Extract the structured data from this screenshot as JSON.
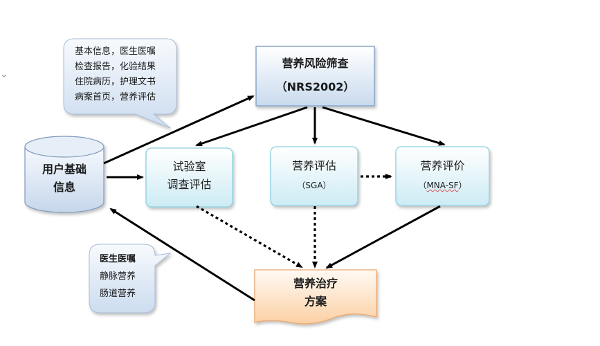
{
  "callout_top": {
    "lines": [
      "基本信息，医生医嘱",
      "检查报告，化验结果",
      "住院病历，护理文书",
      "病案首页，营养评估"
    ]
  },
  "callout_bottom": {
    "lines": [
      "医生医嘱",
      "静脉营养",
      "肠道营养"
    ]
  },
  "user_info": {
    "line1": "用户基础",
    "line2": "信息"
  },
  "screening": {
    "line1": "营养风险筛查",
    "line2": "（NRS2002）"
  },
  "lab": {
    "line1": "试验室",
    "line2": "调查评估"
  },
  "sga": {
    "line1": "营养评估",
    "line2": "（SGA）"
  },
  "mna": {
    "line1": "营养评价",
    "line2": "（",
    "code": "MNA-SF",
    "line2_end": "）"
  },
  "therapy": {
    "line1": "营养治疗",
    "line2": "方案"
  },
  "colors": {
    "blue_box_border": "#9ab6d6",
    "blue_box_fill": "#dfe9f5",
    "cyan_box_border": "#8ccfe0",
    "cyan_box_fill": "#e3f4f9",
    "orange_box_border": "#f0b27a",
    "orange_box_fill": "#fde6cf",
    "arrow": "#000000"
  }
}
